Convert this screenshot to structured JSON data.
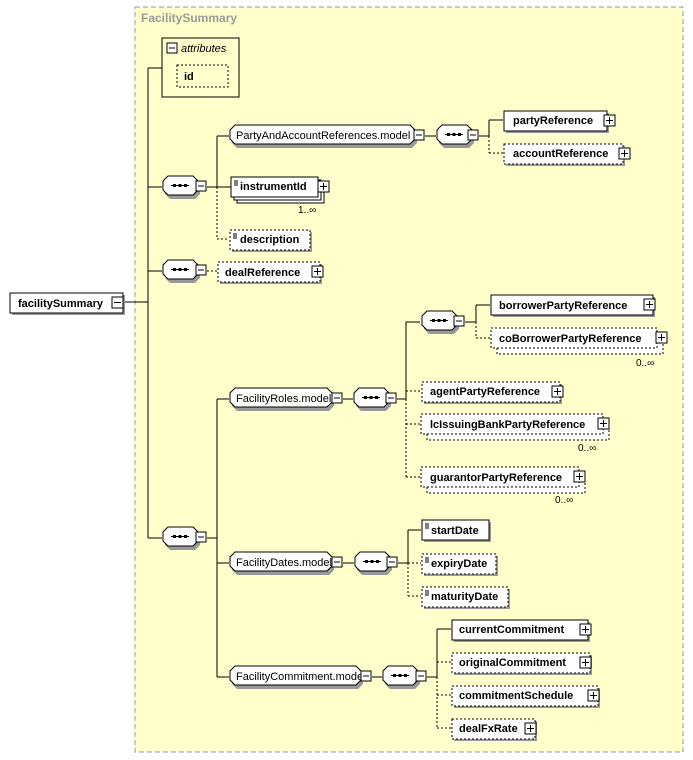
{
  "group": {
    "title": "FacilitySummary"
  },
  "attributes_label": "attributes",
  "root": "facilitySummary",
  "attrs": {
    "id": "id"
  },
  "models": {
    "party_and_account": "PartyAndAccountReferences.model",
    "facility_roles": "FacilityRoles.model",
    "facility_dates": "FacilityDates.model",
    "facility_commitment": "FacilityCommitment.model"
  },
  "elements": {
    "partyReference": "partyReference",
    "accountReference": "accountReference",
    "instrumentId": "instrumentId",
    "description": "description",
    "dealReference": "dealReference",
    "borrowerPartyReference": "borrowerPartyReference",
    "coBorrowerPartyReference": "coBorrowerPartyReference",
    "agentPartyReference": "agentPartyReference",
    "lcIssuingBankPartyReference": "lcIssuingBankPartyReference",
    "guarantorPartyReference": "guarantorPartyReference",
    "startDate": "startDate",
    "expiryDate": "expiryDate",
    "maturityDate": "maturityDate",
    "currentCommitment": "currentCommitment",
    "originalCommitment": "originalCommitment",
    "commitmentSchedule": "commitmentSchedule",
    "dealFxRate": "dealFxRate"
  },
  "cardinality": {
    "instrumentId": "1..∞",
    "coBorrowerPartyReference": "0..∞",
    "lcIssuingBankPartyReference": "0..∞",
    "guarantorPartyReference": "0..∞"
  },
  "colors": {
    "group_fill": "#ffffcc",
    "group_border": "#9a9a9a",
    "node_border": "#000000",
    "shadow": "#999999"
  }
}
